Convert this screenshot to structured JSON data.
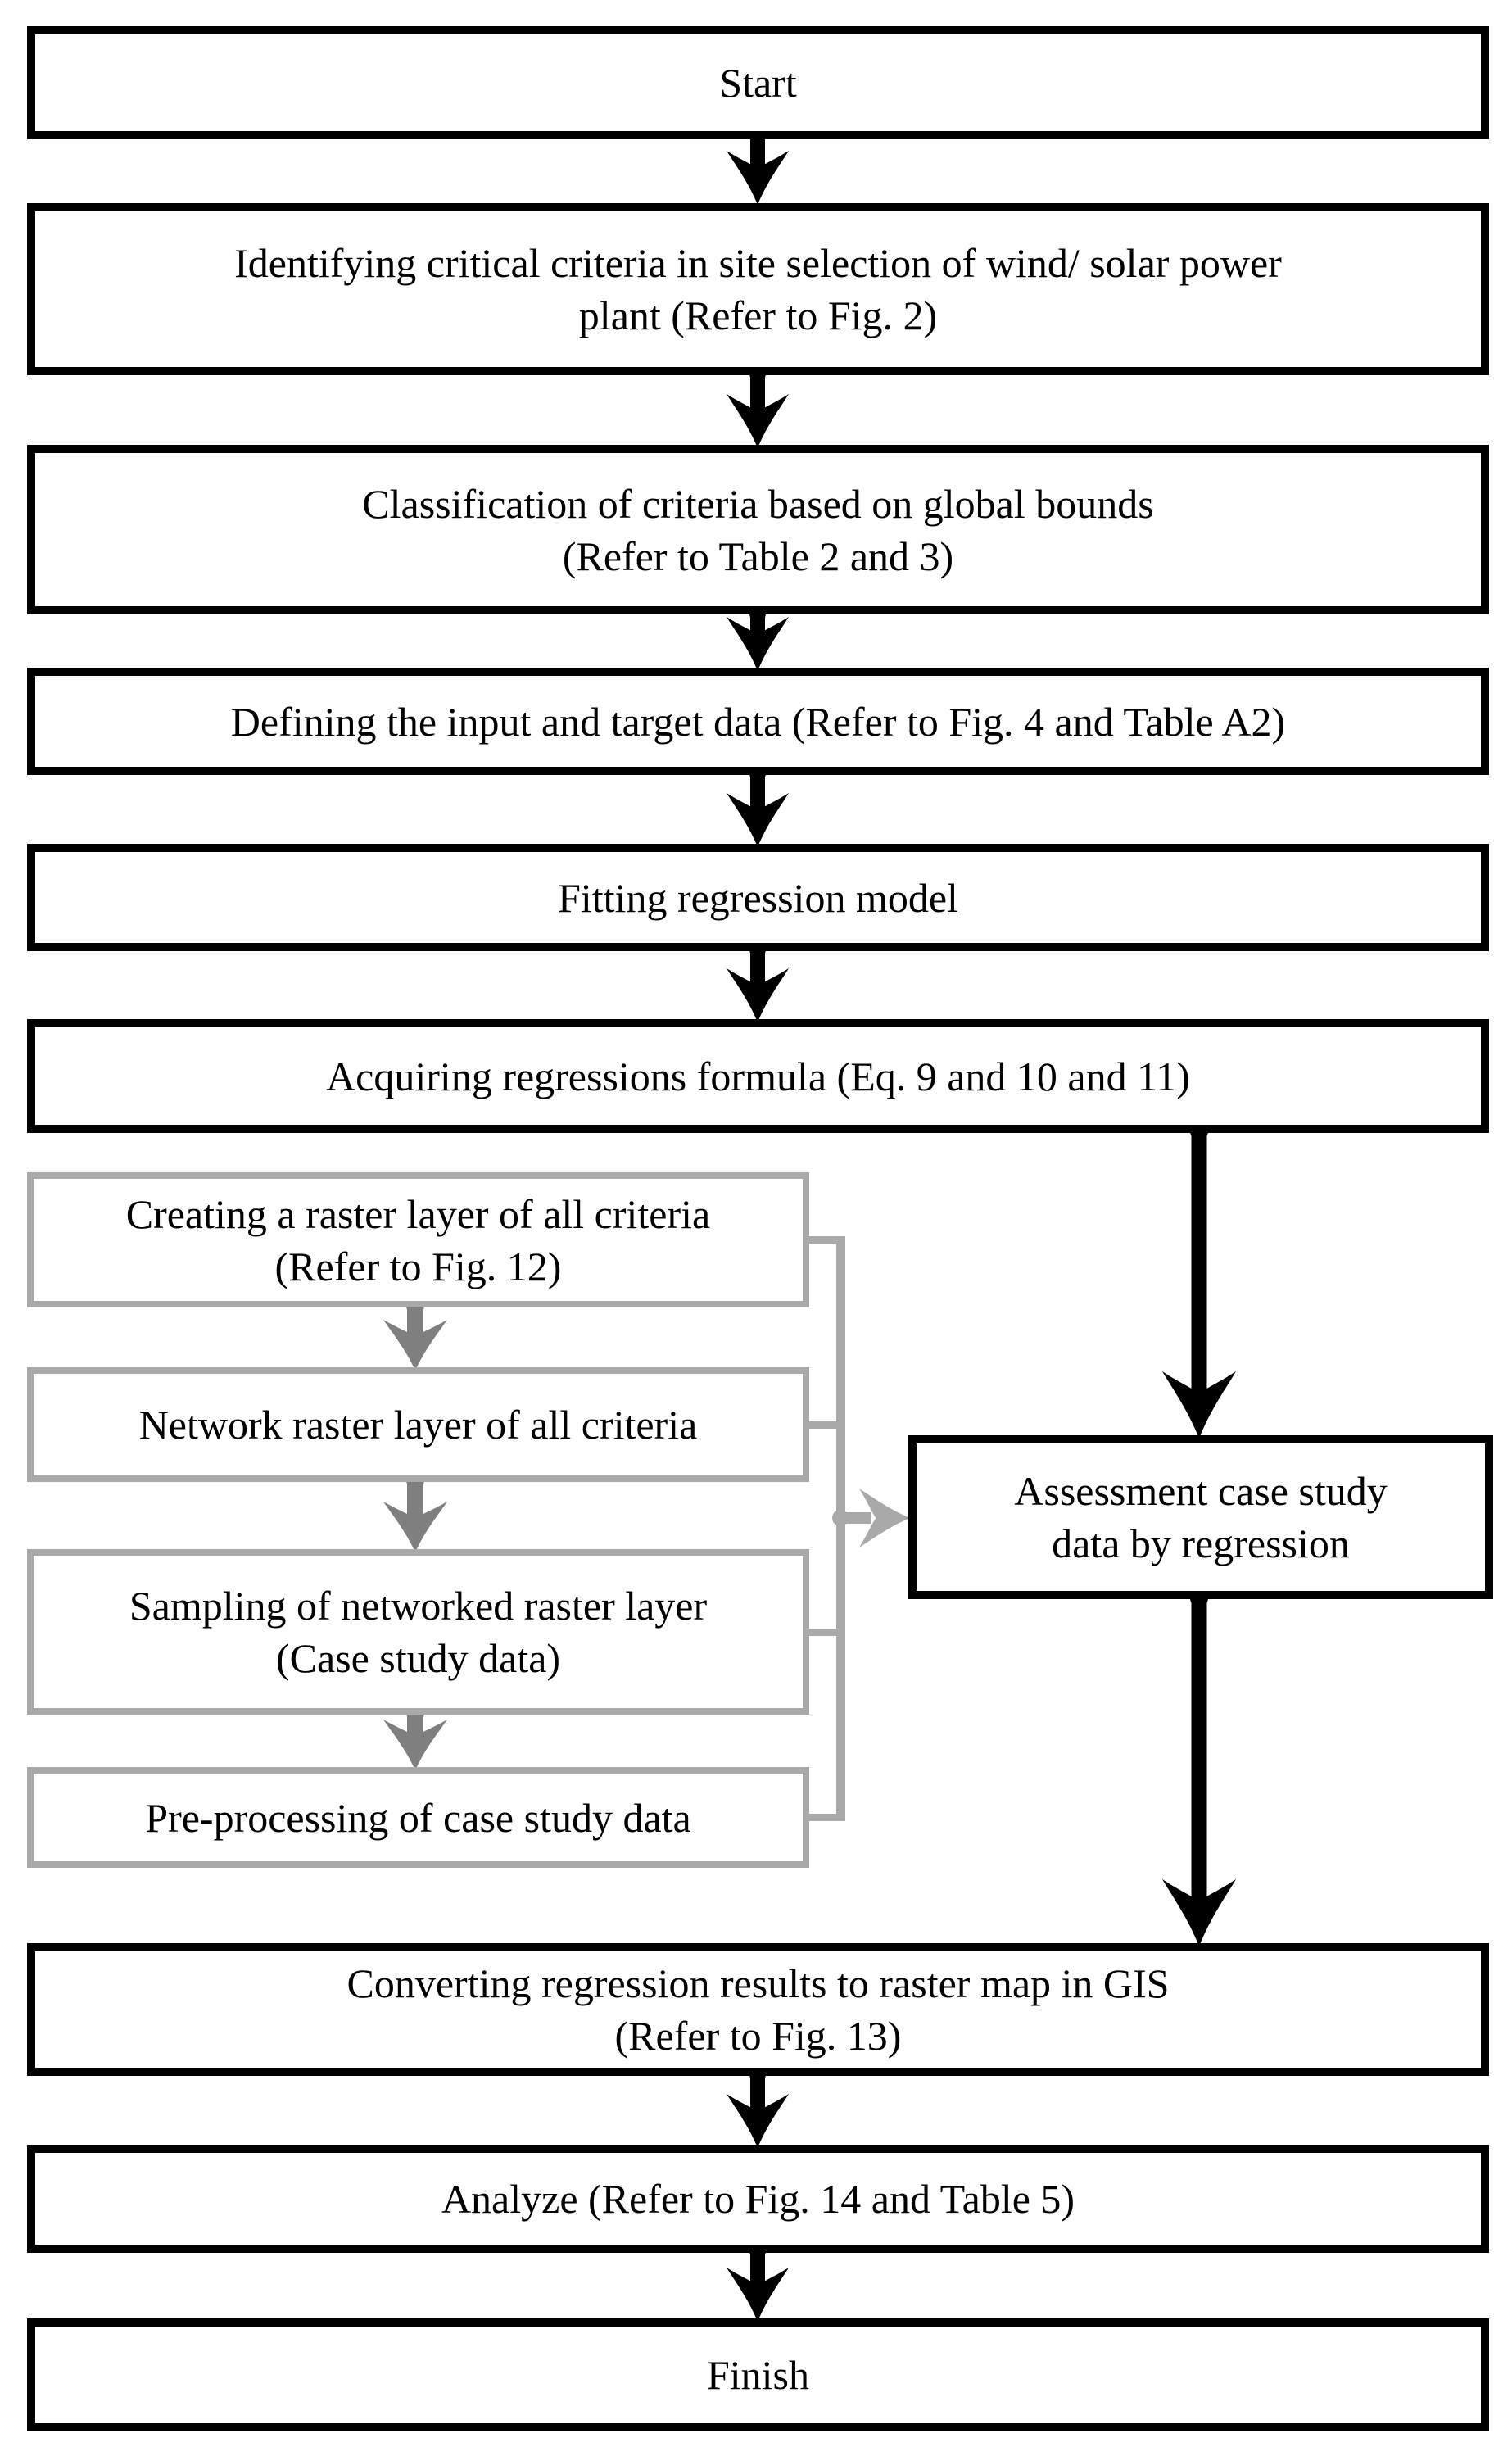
{
  "colors": {
    "black": "#000000",
    "gray_border": "#a9a9a9",
    "gray_arrow": "#7f7f7f",
    "background": "#ffffff"
  },
  "nodes": {
    "start": {
      "line1": "Start"
    },
    "identifying": {
      "line1": "Identifying critical criteria in site selection of wind/ solar power",
      "line2": "plant (Refer to Fig. 2)"
    },
    "classification": {
      "line1": "Classification of criteria based on global bounds",
      "line2": "(Refer to Table 2 and 3)"
    },
    "defining": {
      "line1": "Defining the input and target data (Refer to Fig. 4 and Table A2)"
    },
    "fitting": {
      "line1": "Fitting regression model"
    },
    "acquiring": {
      "line1": "Acquiring regressions formula (Eq. 9 and 10 and 11)"
    },
    "creating": {
      "line1": "Creating a raster layer of all criteria",
      "line2": "(Refer to Fig. 12)"
    },
    "network": {
      "line1": "Network raster layer of all criteria"
    },
    "sampling": {
      "line1": "Sampling of networked raster layer",
      "line2": "(Case study data)"
    },
    "preprocessing": {
      "line1": "Pre-processing of case study data"
    },
    "assessment": {
      "line1": "Assessment case study",
      "line2": "data by regression"
    },
    "converting": {
      "line1": "Converting regression results to raster map in GIS",
      "line2": "(Refer to Fig. 13)"
    },
    "analyze": {
      "line1": "Analyze (Refer to Fig. 14 and Table 5)"
    },
    "finish": {
      "line1": "Finish"
    }
  }
}
